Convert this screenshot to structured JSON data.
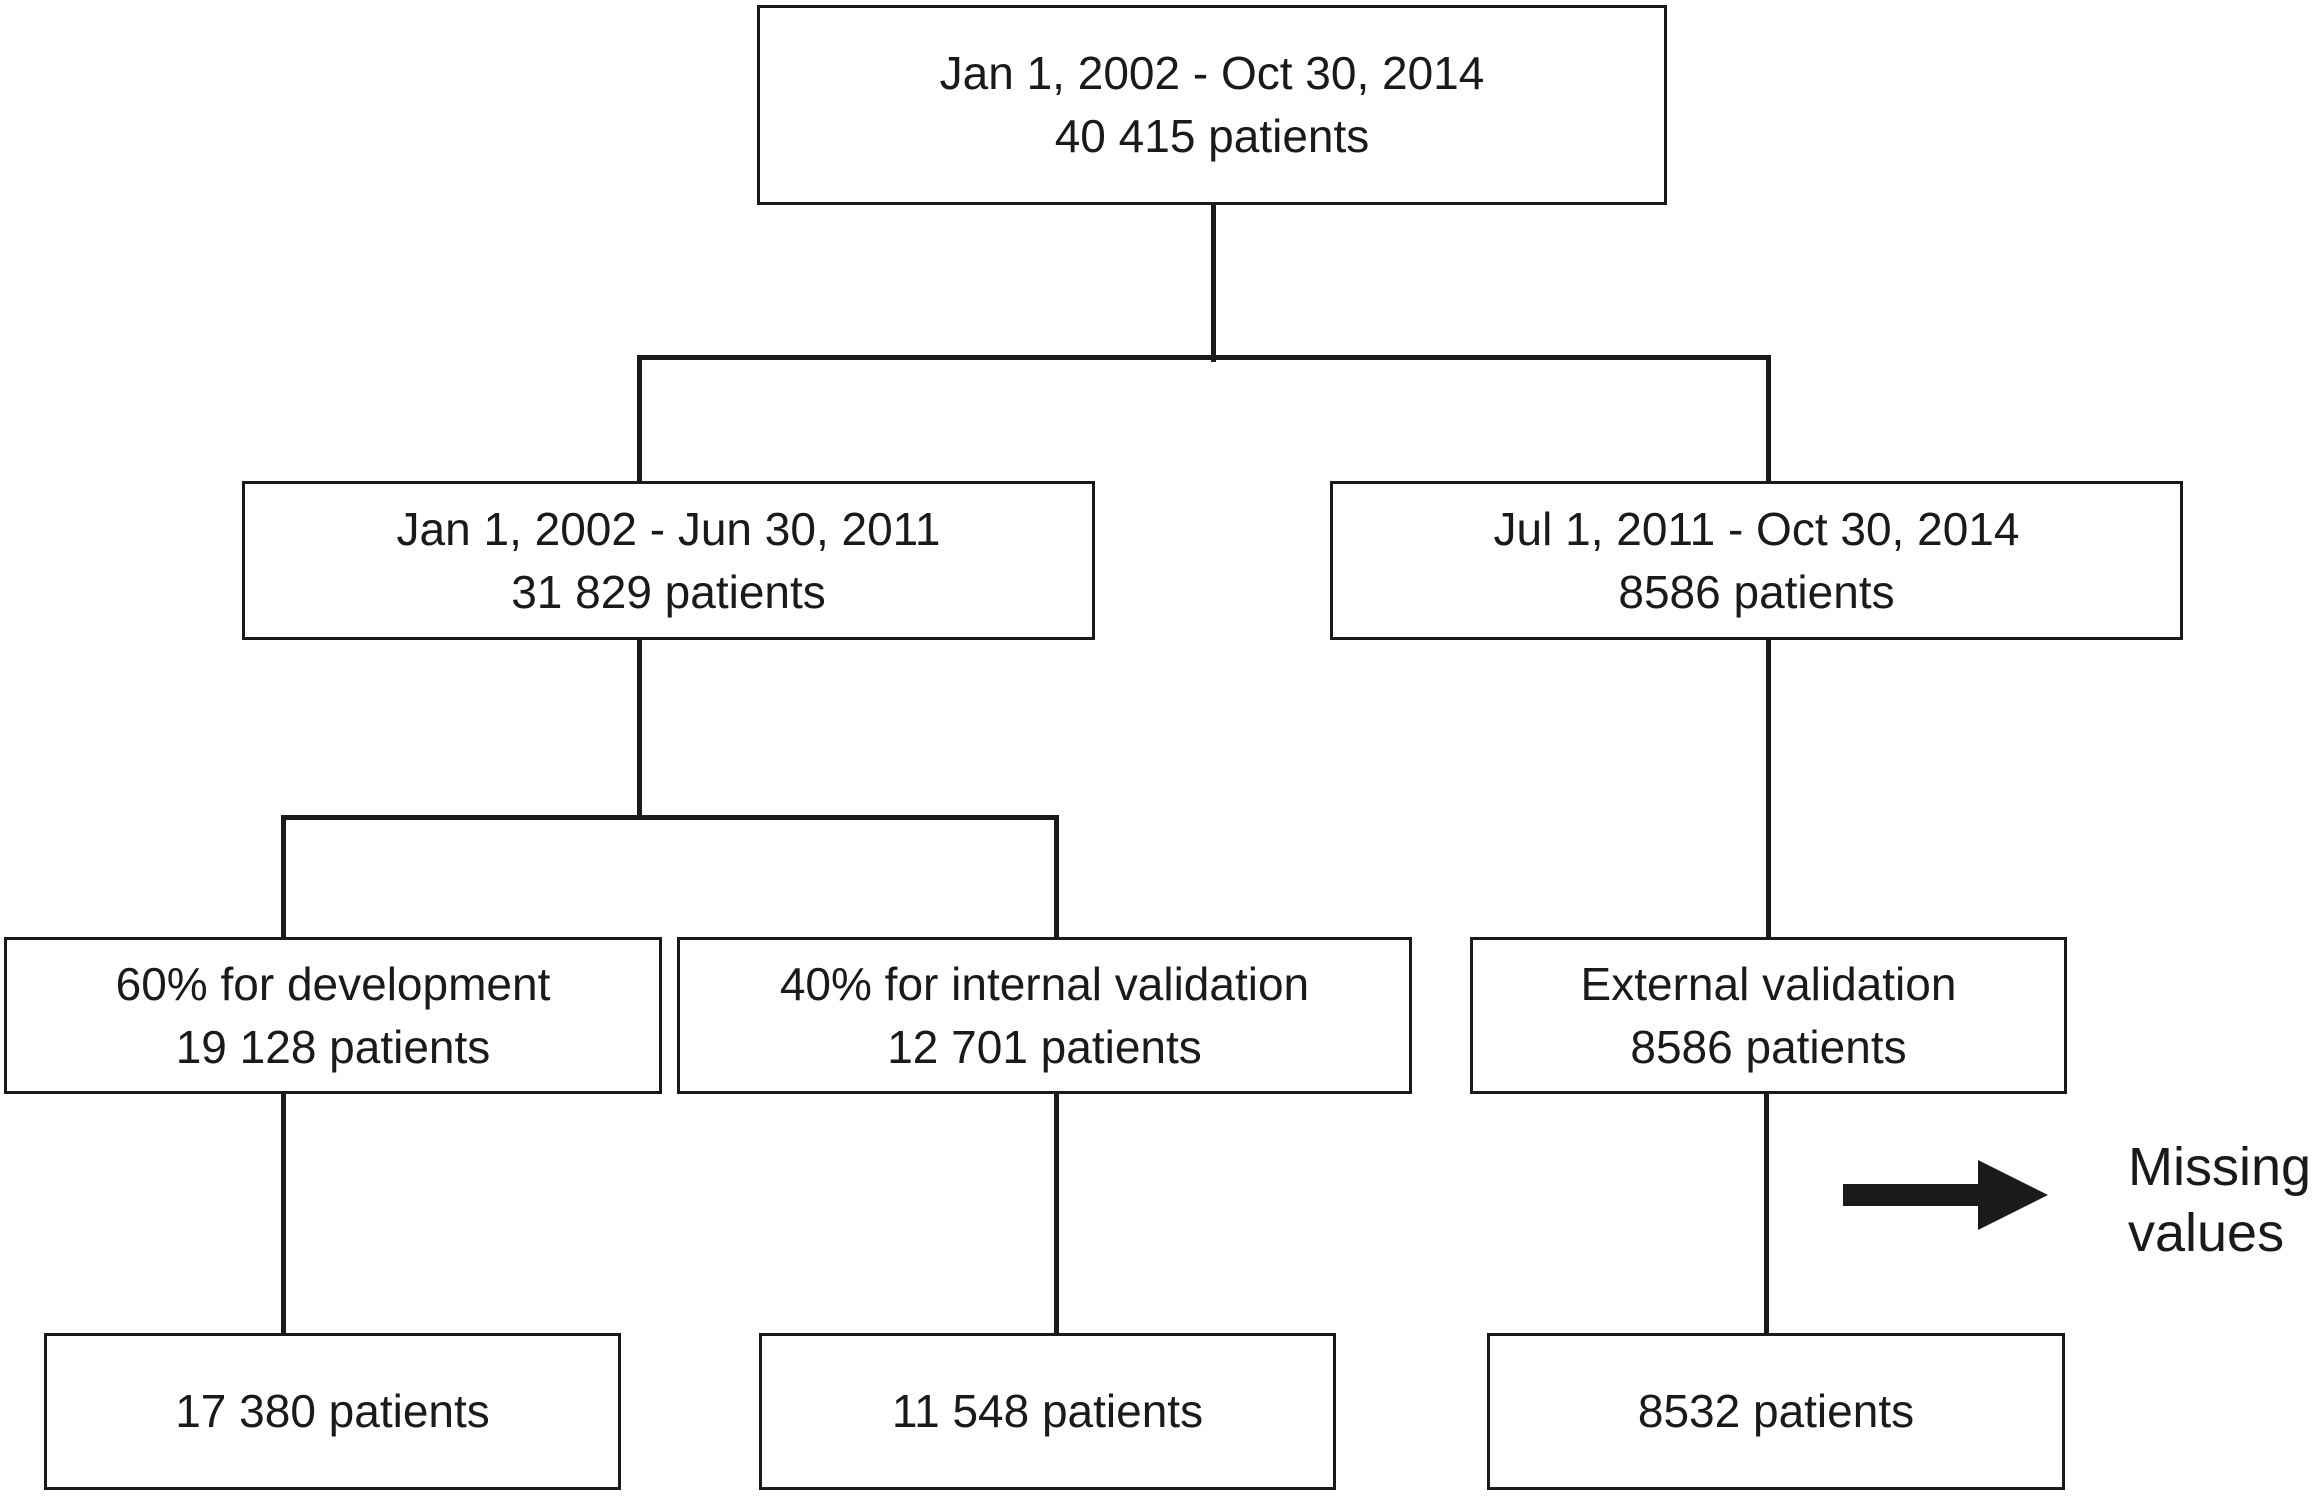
{
  "diagram": {
    "top": {
      "line1": "Jan 1, 2002 - Oct 30, 2014",
      "line2": "40 415 patients"
    },
    "left_period": {
      "line1": "Jan 1, 2002 - Jun 30, 2011",
      "line2": "31 829 patients"
    },
    "right_period": {
      "line1": "Jul 1, 2011 - Oct 30, 2014",
      "line2": "8586 patients"
    },
    "development": {
      "line1": "60% for development",
      "line2": "19 128 patients"
    },
    "internal_validation": {
      "line1": "40% for internal validation",
      "line2": "12 701 patients"
    },
    "external_validation": {
      "line1": "External validation",
      "line2": "8586 patients"
    },
    "final_development": {
      "line1": "17 380 patients"
    },
    "final_internal": {
      "line1": "11 548 patients"
    },
    "final_external": {
      "line1": "8532 patients"
    },
    "missing": {
      "line1": "Missing",
      "line2": "values"
    }
  },
  "colors": {
    "stroke": "#1a1a1a",
    "background": "#ffffff"
  },
  "icons": {
    "arrow": "right-arrow-icon"
  }
}
